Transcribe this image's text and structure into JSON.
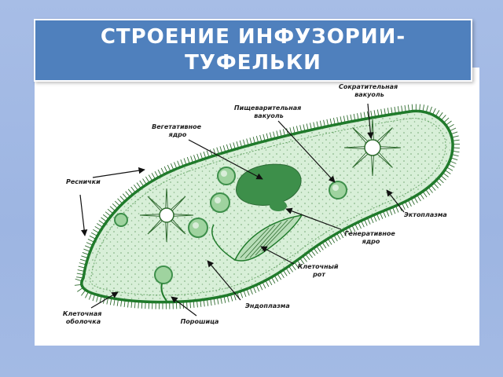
{
  "slide": {
    "title": "СТРОЕНИЕ ИНФУЗОРИИ-ТУФЕЛЬКИ"
  },
  "diagram": {
    "labels": {
      "contractile_vacuole": [
        "Сократительная",
        "вакуоль"
      ],
      "digestive_vacuole": [
        "Пищеварительная",
        "вакуоль"
      ],
      "vegetative_nucleus": [
        "Вегетативное",
        "ядро"
      ],
      "cilia": [
        "Реснички"
      ],
      "ectoplasm": [
        "Эктоплазма"
      ],
      "generative_nucleus": [
        "Генеративное",
        "ядро"
      ],
      "cell_mouth": [
        "Клеточный",
        "рот"
      ],
      "endoplasm": [
        "Эндоплазма"
      ],
      "cell_membrane": [
        "Клеточная",
        "оболочка"
      ],
      "anal_pore": [
        "Порошица"
      ]
    },
    "colors": {
      "membrane": "#1f7a2a",
      "cytoplasm": "#d8efd8",
      "nucleus": "#3d8f4a",
      "vacuole": "#9fd39f",
      "cilia": "#2e6b2e",
      "arrow": "#111111"
    }
  }
}
